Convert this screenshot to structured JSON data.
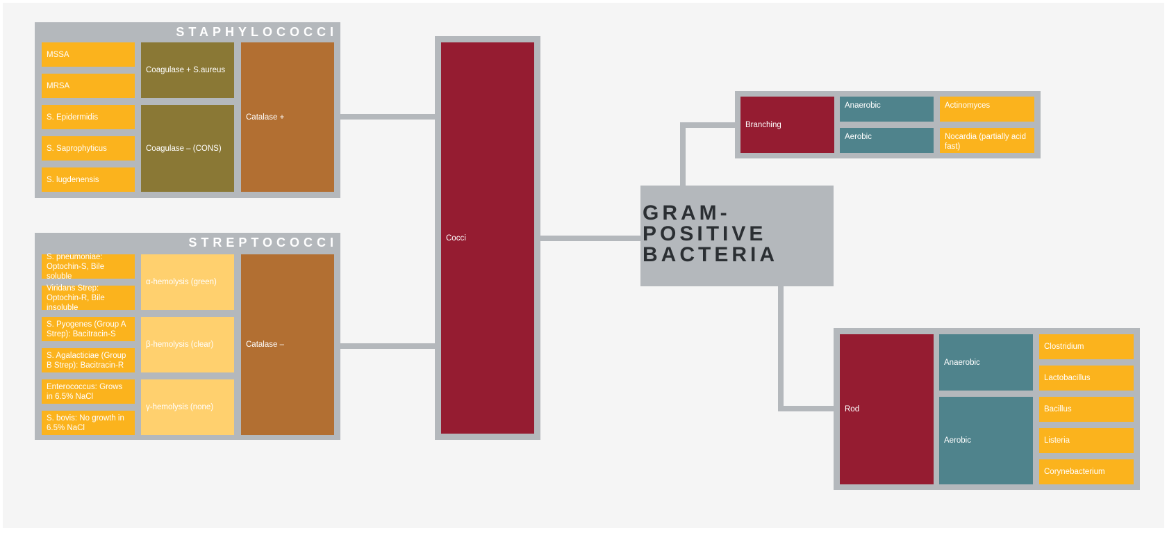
{
  "title_lines": [
    "GRAM-",
    "POSITIVE",
    "BACTERIA"
  ],
  "cocci": {
    "label": "Cocci",
    "staphylococci": {
      "title": "STAPHYLOCOCCI",
      "species": [
        "MSSA",
        "MRSA",
        "S. Epidermidis",
        "S. Saprophyticus",
        "S. lugdenensis"
      ],
      "coag_pos": "Coagulase + S.aureus",
      "coag_neg": "Coagulase – (CONS)",
      "catalase": "Catalase +"
    },
    "streptococci": {
      "title": "STREPTOCOCCI",
      "species": [
        "S. pneumoniae: Optochin-S, Bile soluble",
        "Viridans Strep: Optochin-R, Bile insoluble",
        "S. Pyogenes (Group A Strep): Bacitracin-S",
        "S. Agalacticiae (Group B Strep): Bacitracin-R",
        "Enterococcus: Grows in 6.5% NaCl",
        "S. bovis: No growth in 6.5% NaCl"
      ],
      "alpha": "α-hemolysis (green)",
      "beta": "β-hemolysis (clear)",
      "gamma": "γ-hemolysis (none)",
      "catalase": "Catalase –"
    }
  },
  "branching": {
    "label": "Branching",
    "anaerobic": "Anaerobic",
    "aerobic": "Aerobic",
    "anaerobic_org": "Actinomyces",
    "aerobic_org": "Nocardia (partially acid fast)"
  },
  "rod": {
    "label": "Rod",
    "anaerobic": "Anaerobic",
    "aerobic": "Aerobic",
    "anaerobic_orgs": [
      "Clostridium",
      "Lactobacillus"
    ],
    "aerobic_orgs": [
      "Bacillus",
      "Listeria",
      "Corynebacterium"
    ]
  },
  "colors": {
    "red": "#951c31",
    "teal": "#4f838c",
    "yellow": "#fbb31d",
    "pale_yellow": "#ffd06e",
    "olive": "#8a7835",
    "brown": "#b26f32",
    "panel_gray": "#b4b8bc",
    "title_dark": "#2b2f33"
  }
}
